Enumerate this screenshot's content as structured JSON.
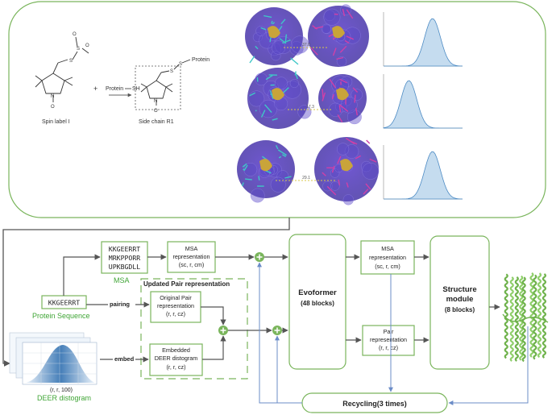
{
  "spin_label": {
    "caption": "Spin label I",
    "plus": "+",
    "reagent": "Protein",
    "thiol": "SH",
    "product_caption": "Side chain R1",
    "product_label": "Protein",
    "atoms": {
      "s": "S",
      "o": "O",
      "n": "N"
    }
  },
  "distances": [
    "37.0",
    "17.3",
    "29.1"
  ],
  "sequences": {
    "msa_lines": [
      "KKGEERRT",
      "MRKPPORR",
      "UPKBGDLL"
    ],
    "msa_label": "MSA",
    "input_seq": "KKGEERRT",
    "input_caption": "Protein Sequence"
  },
  "boxes": {
    "msa_repr_1": [
      "MSA",
      "representation",
      "(sc, r, cm)"
    ],
    "pair_group_title": "Updated Pair representation",
    "orig_pair": [
      "Original Pair",
      "representation",
      "(r, r, cz)"
    ],
    "embedded_deer": [
      "Embedded",
      "DEER distogram",
      "(r, r, cz)"
    ],
    "evoformer": [
      "Evoformer",
      "(48 blocks)"
    ],
    "msa_repr_2": [
      "MSA",
      "representation",
      "(sc, r, cm)"
    ],
    "pair_repr": [
      "Pair",
      "representation",
      "(r, r, cz)"
    ],
    "structure": [
      "Structure",
      "module",
      "(8 blocks)"
    ],
    "recycling": "Recycling(3 times)"
  },
  "edge_labels": {
    "pairing": "pairing",
    "embed": "embed"
  },
  "distogram": {
    "dims": "(r, r, 100)",
    "caption": "DEER distogram"
  },
  "colors": {
    "green": "#7ab55c",
    "green_text": "#3fa535",
    "arrow": "#555555",
    "blue_line": "#6b8cc7",
    "dist_fill": "#c5dcef",
    "dist_line": "#4d8bc4"
  },
  "icons": [
    "plus-circle-icon",
    "protein-structure-icon",
    "molecule-icon"
  ]
}
